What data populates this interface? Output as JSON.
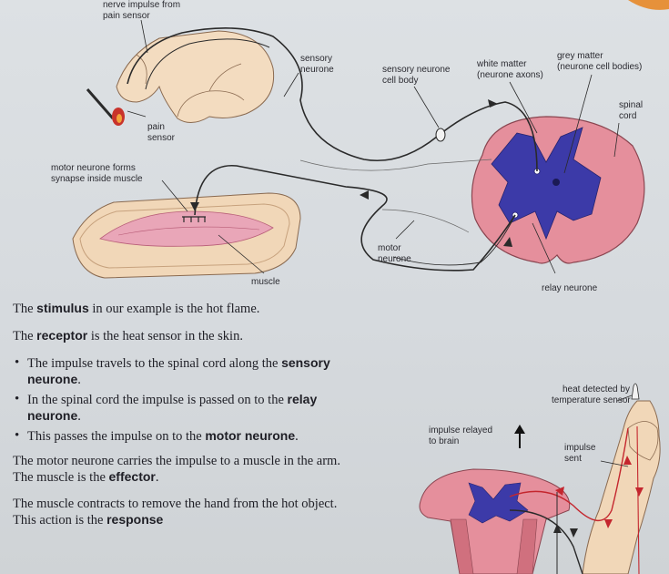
{
  "top_diagram": {
    "labels": {
      "nerve_impulse_from_pain_sensor_line1": "nerve impulse from",
      "nerve_impulse_from_pain_sensor_line2": "pain sensor",
      "sensory_neurone_line1": "sensory",
      "sensory_neurone_line2": "neurone",
      "sensory_neurone_cell_body_line1": "sensory neurone",
      "sensory_neurone_cell_body_line2": "cell body",
      "white_matter_line1": "white matter",
      "white_matter_line2": "(neurone axons)",
      "grey_matter_line1": "grey matter",
      "grey_matter_line2": "(neurone cell bodies)",
      "spinal_cord_line1": "spinal",
      "spinal_cord_line2": "cord",
      "pain_sensor_line1": "pain",
      "pain_sensor_line2": "sensor",
      "motor_synapse_line1": "motor neurone forms",
      "motor_synapse_line2": "synapse inside muscle",
      "motor_neurone_line1": "motor",
      "motor_neurone_line2": "neurone",
      "muscle": "muscle",
      "relay_neurone": "relay neurone"
    }
  },
  "bottom_diagram": {
    "labels": {
      "heat_detected_line1": "heat detected by",
      "heat_detected_line2": "temperature sensor",
      "impulse_relayed_line1": "impulse relayed",
      "impulse_relayed_line2": "to brain",
      "impulse_sent_line1": "impulse",
      "impulse_sent_line2": "sent"
    }
  },
  "text": {
    "p1": {
      "a": "The ",
      "term": "stimulus",
      "b": " in our example is the hot flame."
    },
    "p2": {
      "a": "The ",
      "term": "receptor",
      "b": " is the heat sensor in the skin."
    },
    "bullets": [
      {
        "a": "The impulse travels to the spinal cord along the ",
        "term": "sensory neurone",
        "b": "."
      },
      {
        "a": "In the spinal cord the impulse is passed on to the ",
        "term": "relay neurone",
        "b": "."
      },
      {
        "a": "This passes the impulse on to the ",
        "term": "motor neurone",
        "b": "."
      }
    ],
    "p3": {
      "a": "The motor neurone carries the impulse to a muscle in the arm. The muscle is the ",
      "term": "effector",
      "b": "."
    },
    "p4": {
      "a": "The muscle contracts to remove the hand from the hot object. This action is the ",
      "term": "response",
      "b": ""
    }
  },
  "colors": {
    "muscle_pink": "#e9a6b8",
    "grey_matter_blue": "#3c3aa8",
    "cord_pink": "#e58f9c",
    "skin": "#f1d7b8",
    "nerve_line": "#2a2a2a",
    "impulse_red": "#c4262e"
  }
}
